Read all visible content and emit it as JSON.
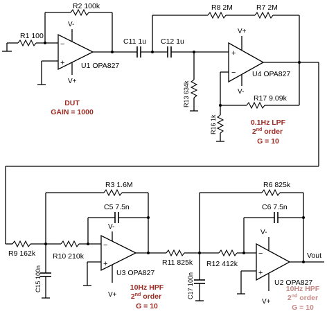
{
  "resistors": {
    "R1": "R1 100",
    "R2": "R2 100k",
    "R8": "R8 2M",
    "R7": "R7 2M",
    "R13": "R13 634k",
    "R17": "R17 9.09k",
    "R16": "R16 1k",
    "R3": "R3 1.6M",
    "R6": "R6 825k",
    "R9": "R9 162k",
    "R10": "R10 210k",
    "R11": "R11 825k",
    "R12": "R12 412k"
  },
  "capacitors": {
    "C11": "C11 1u",
    "C12": "C12 1u",
    "C5": "C5 7.5n",
    "C6": "C6 7.5n",
    "C15": "C15 100n",
    "C17": "C17 100n"
  },
  "amplifiers": {
    "U1": "U1 OPA827",
    "U4": "U4 OPA827",
    "U3": "U3 OPA827",
    "U2": "U2 OPA827"
  },
  "supplies": {
    "neg": "V-",
    "pos": "V+"
  },
  "pins": {
    "minus": "−",
    "plus": "+"
  },
  "output_label": "Vout",
  "blocks": {
    "dut": {
      "line1": "DUT",
      "line2": "GAIN = 1000"
    },
    "lpf": {
      "line1": "0.1Hz LPF",
      "order_num": "2",
      "order_sup": "nd",
      "order_word": " order",
      "gain": "G = 10"
    },
    "hpf1": {
      "line1": "10Hz HPF",
      "order_num": "2",
      "order_sup": "nd",
      "order_word": " order",
      "gain": "G = 10"
    },
    "hpf2": {
      "line1": "10Hz HPF",
      "order_num": "2",
      "order_sup": "nd",
      "order_word": " order",
      "gain": "G = 10"
    }
  }
}
